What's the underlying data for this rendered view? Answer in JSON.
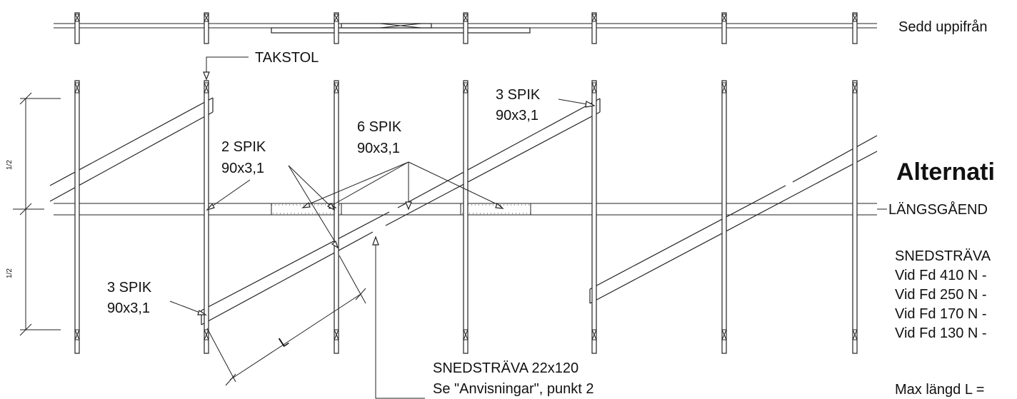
{
  "view_label": "Sedd uppifrån",
  "labels": {
    "takstol": "TAKSTOL",
    "spik3_top_line1": "3 SPIK",
    "spik3_top_line2": "90x3,1",
    "spik6_line1": "6 SPIK",
    "spik6_line2": "90x3,1",
    "spik2_line1": "2 SPIK",
    "spik2_line2": "90x3,1",
    "spik3_bottom_line1": "3 SPIK",
    "spik3_bottom_line2": "90x3,1",
    "length": "L",
    "snedstrava_line1": "SNEDSTRÄVA 22x120",
    "snedstrava_line2": "Se \"Anvisningar\", punkt 2"
  },
  "dimensions": {
    "upper_half": "1/2",
    "lower_half": "1/2"
  },
  "side_panel": {
    "heading": "Alternati",
    "longitudinal": "LÄNGSGÅEND",
    "brace_heading": "SNEDSTRÄVA",
    "rows": [
      "Vid Fd 410 N -",
      "Vid Fd 250 N -",
      "Vid Fd 170 N -",
      "Vid Fd 130 N -"
    ],
    "max_length": "Max längd L ="
  }
}
